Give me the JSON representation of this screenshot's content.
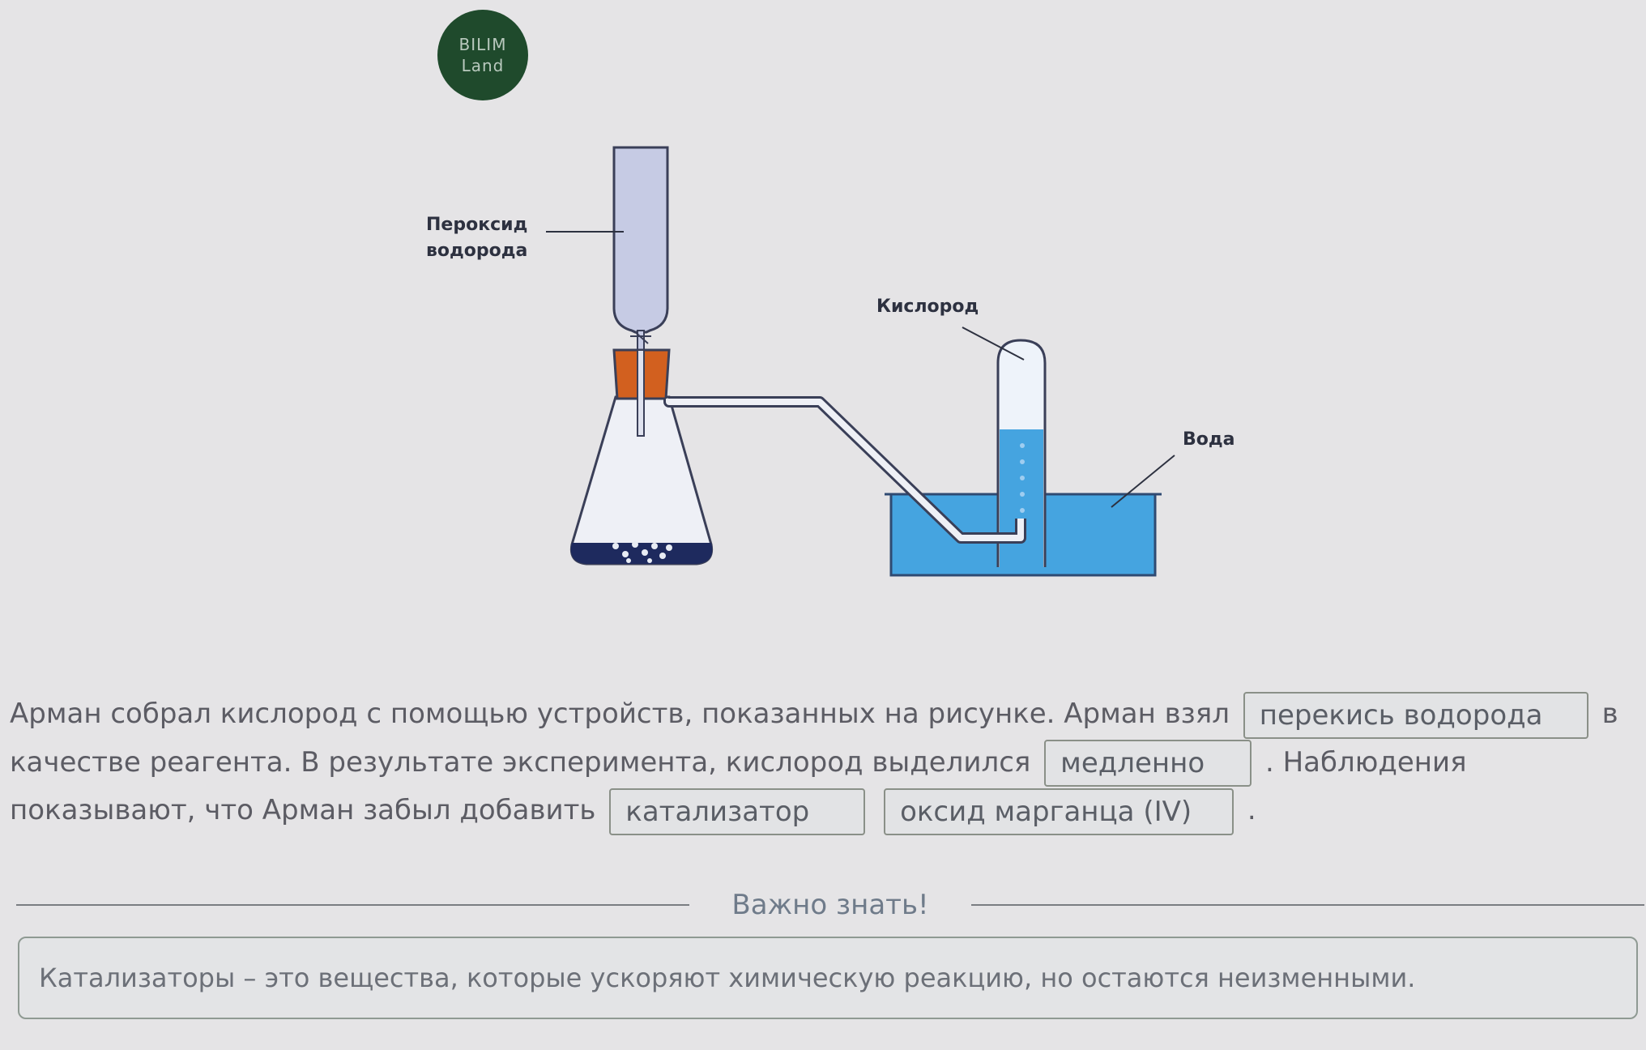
{
  "logo": {
    "line1": "BILIM",
    "line2": "Land"
  },
  "diagram": {
    "label_peroxide_line1": "Пероксид",
    "label_peroxide_line2": "водорода",
    "label_oxygen": "Кислород",
    "label_water": "Вода"
  },
  "question": {
    "part1": "Арман собрал кислород с помощью устройств, показанных на рисунке. Арман взял",
    "blank1": "перекись водорода",
    "part2": "в качестве реагента. В результате эксперимента, кислород выделился",
    "blank2": "медленно",
    "part3": ". Наблюдения показывают, что Арман забыл добавить",
    "blank3": "катализатор",
    "blank4": "оксид марганца (IV)",
    "part4": "."
  },
  "important": {
    "title": "Важно знать!",
    "text": "Катализаторы – это вещества, которые ускоряют химическую реакцию, но остаются неизменными."
  },
  "colors": {
    "background": "#e5e4e6",
    "logo_bg": "#1f4a2c",
    "stopper": "#d2601f",
    "water": "#45a4e0",
    "funnel": "#c6cbe4",
    "powder": "#1e2a5e"
  }
}
